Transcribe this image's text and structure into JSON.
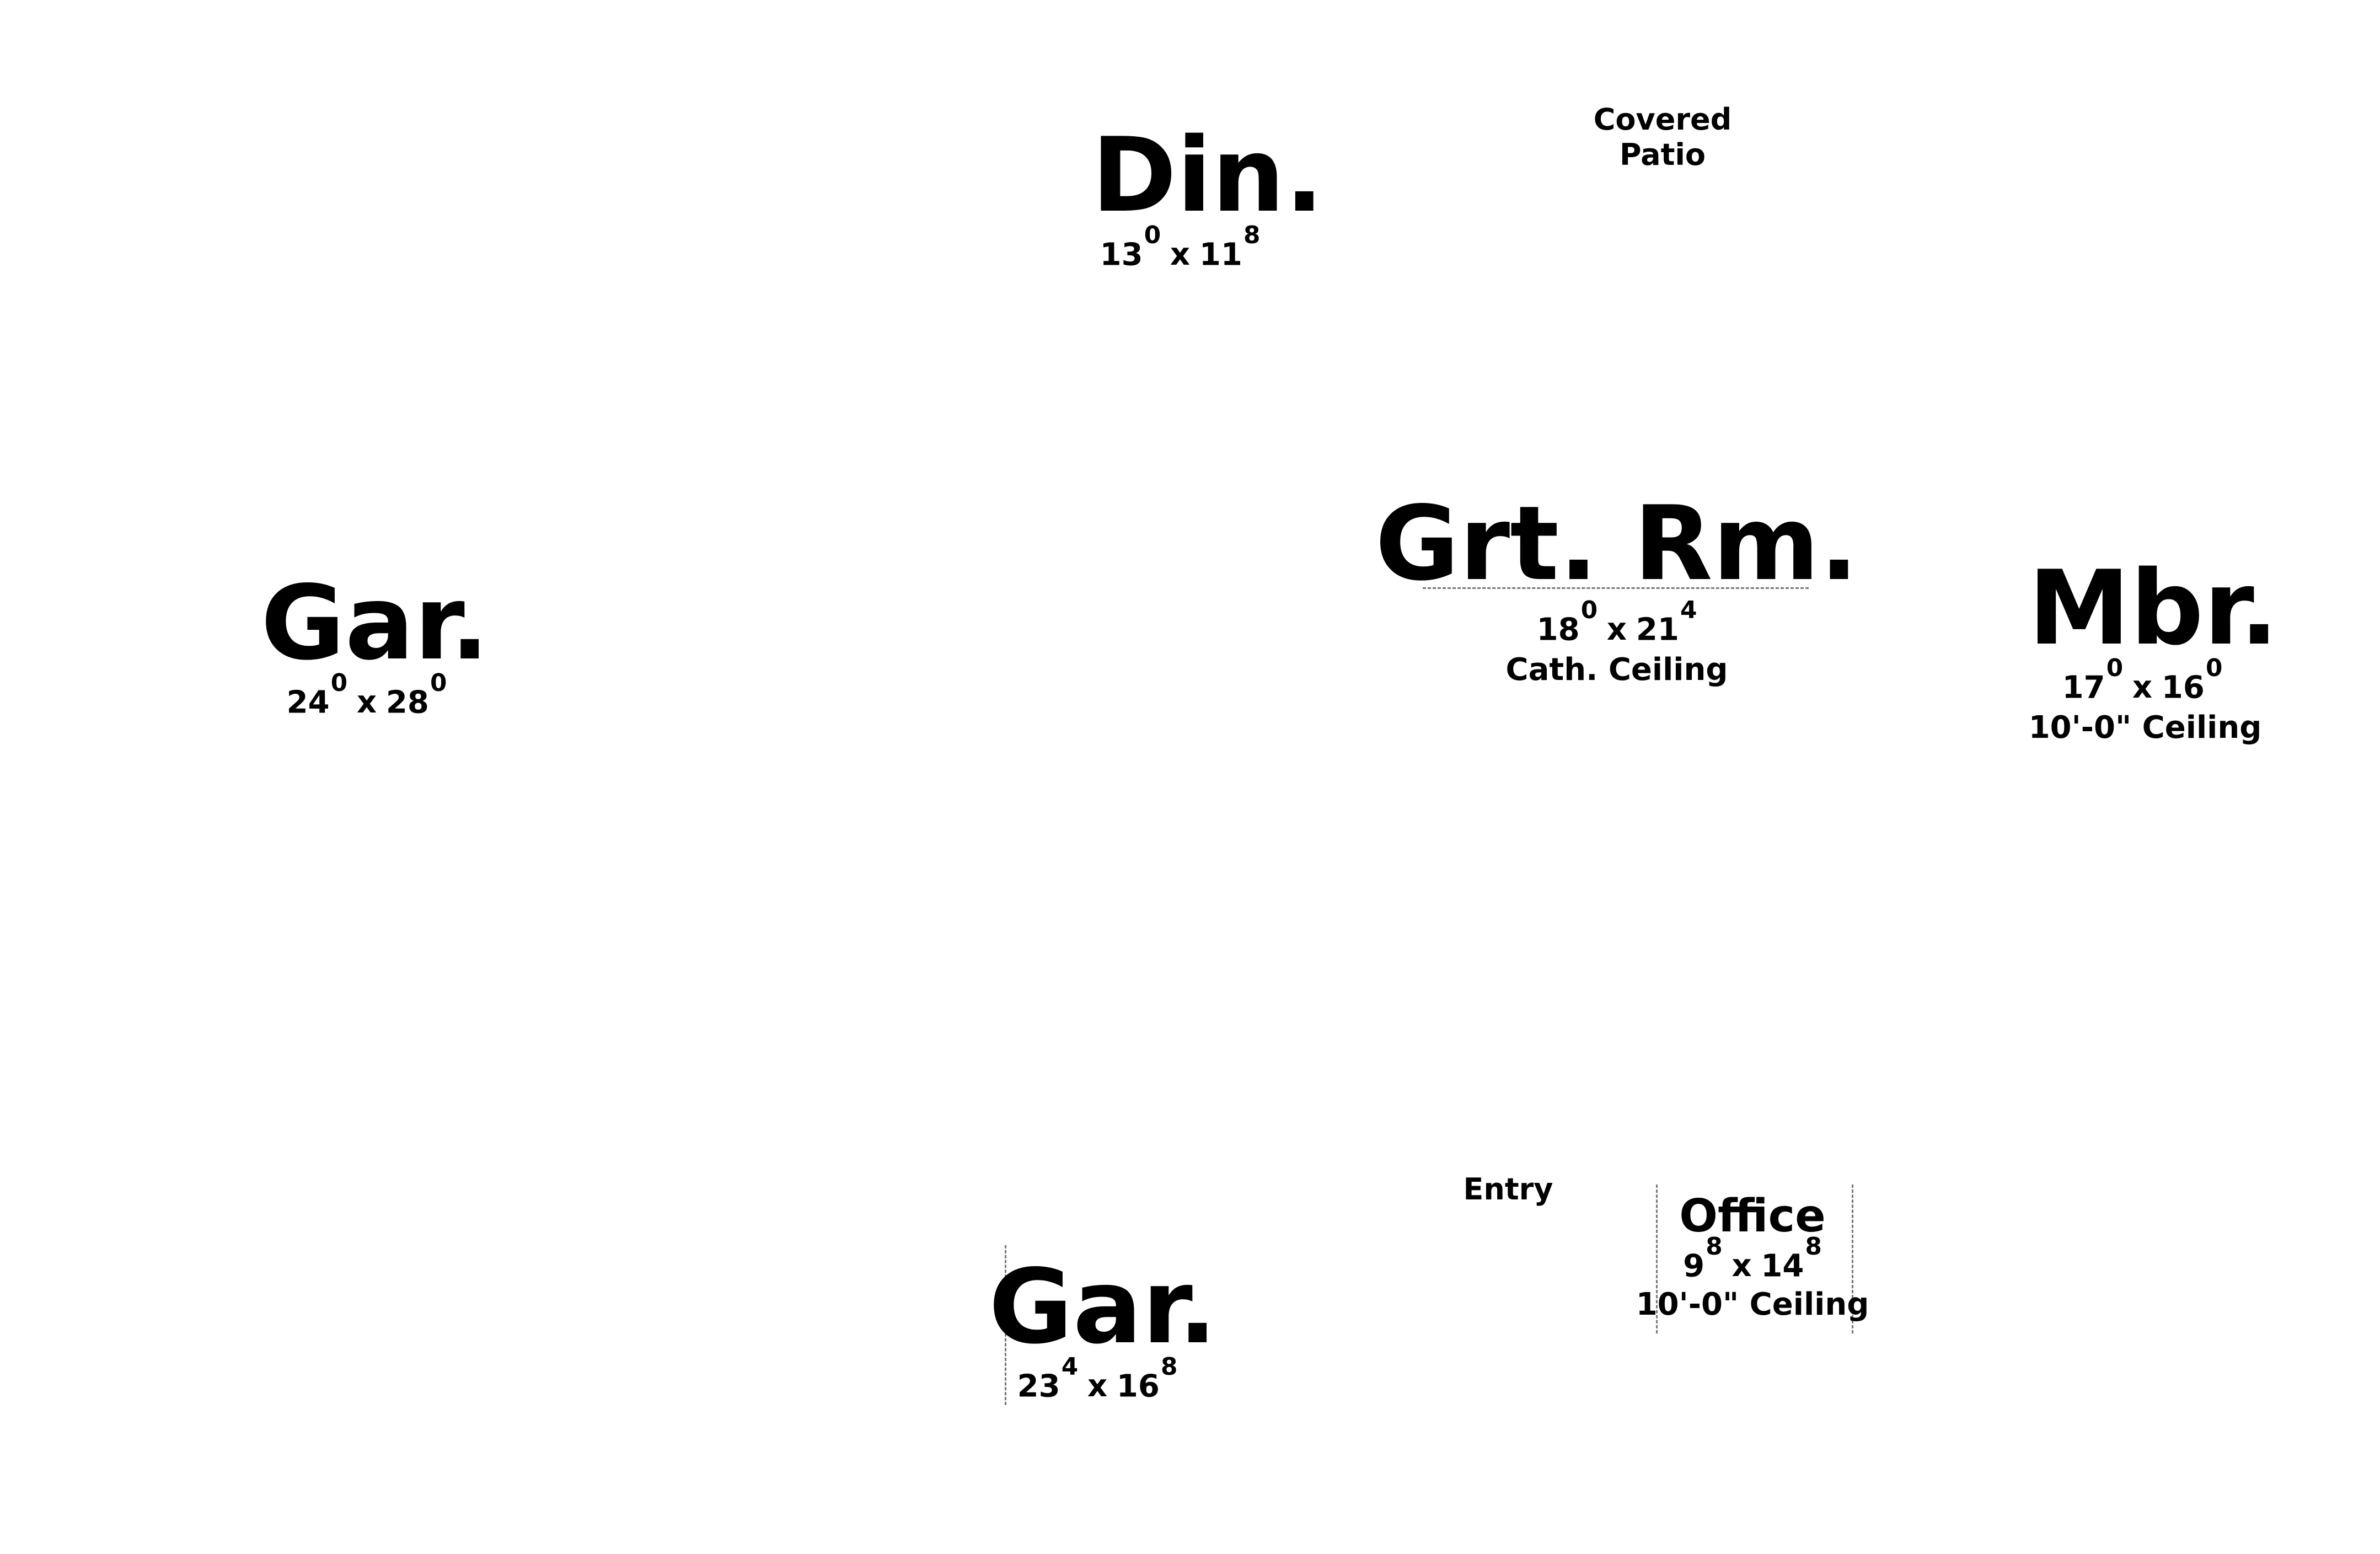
{
  "rooms": [
    {
      "name": "Din.",
      "dim_w": "13",
      "dim_w_sup": "0",
      "dim_h": "11",
      "dim_h_sup": "8",
      "note": ""
    },
    {
      "name": "Grt. Rm.",
      "dim_w": "18",
      "dim_w_sup": "0",
      "dim_h": "21",
      "dim_h_sup": "4",
      "note": "Cath. Ceiling"
    },
    {
      "name": "Gar.",
      "dim_w": "24",
      "dim_w_sup": "0",
      "dim_h": "28",
      "dim_h_sup": "0",
      "note": ""
    },
    {
      "name": "Mbr.",
      "dim_w": "17",
      "dim_w_sup": "0",
      "dim_h": "16",
      "dim_h_sup": "0",
      "note": "10'-0\" Ceiling"
    },
    {
      "name": "Gar.",
      "dim_w": "23",
      "dim_w_sup": "4",
      "dim_h": "16",
      "dim_h_sup": "8",
      "note": ""
    },
    {
      "name": "Office",
      "dim_w": "9",
      "dim_w_sup": "8",
      "dim_h": "14",
      "dim_h_sup": "8",
      "note": "10'-0\" Ceiling"
    }
  ],
  "dimension_separator": "x",
  "labels": {
    "covered_patio_line1": "Covered",
    "covered_patio_line2": "Patio",
    "entry": "Entry"
  },
  "colors": {
    "background": "#ffffff",
    "text": "#000000",
    "dashed_line": "#777777"
  }
}
